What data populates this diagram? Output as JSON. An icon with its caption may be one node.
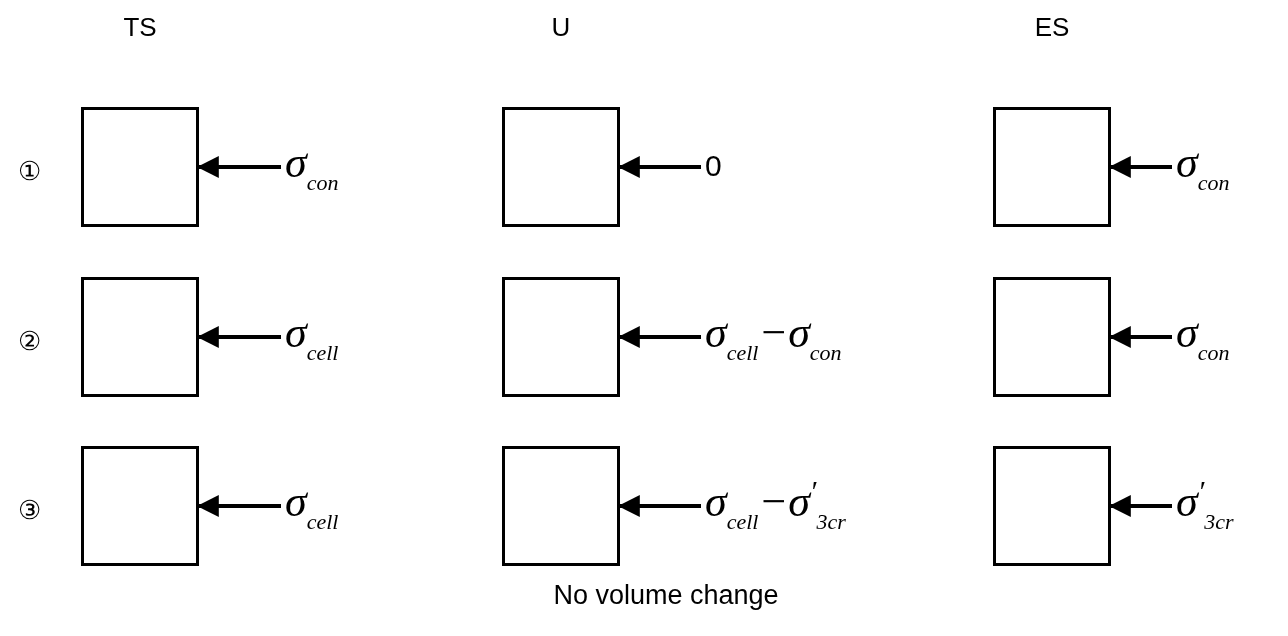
{
  "diagram": {
    "nodes": [
      {
        "text": [],
        "shape": "box"
      },
      {
        "text": [
          "σ$_{con}$"
        ]
      },
      {
        "text": [],
        "shape": "box"
      },
      {
        "text": [
          "0"
        ]
      },
      {
        "text": [],
        "shape": "box"
      },
      {
        "text": [
          "σ$_{con}$"
        ]
      },
      {
        "text": [],
        "shape": "box"
      },
      {
        "text": [
          "σ$_{cell}$"
        ]
      },
      {
        "text": [],
        "shape": "box"
      },
      {
        "text": [
          "σ$_{cell}$−σ$_{con}$"
        ]
      },
      {
        "text": [],
        "shape": "box"
      },
      {
        "text": [
          "σ$_{con}$"
        ]
      },
      {
        "text": [],
        "shape": "box"
      },
      {
        "text": [
          "σ$_{cell}$"
        ]
      },
      {
        "text": [],
        "shape": "box"
      },
      {
        "text": [
          "σ$_{cell}$−σ$^{′}$$_{3cr}$"
        ]
      },
      {
        "text": [],
        "shape": "box"
      },
      {
        "text": [
          "σ$^{′}$$_{3cr}$"
        ]
      }
    ],
    "edges": [
      {
        "from": 1,
        "to": 0,
        "arrow": "to"
      },
      {
        "from": 3,
        "to": 2,
        "arrow": "to"
      },
      {
        "from": 5,
        "to": 4,
        "arrow": "to"
      },
      {
        "from": 7,
        "to": 6,
        "arrow": "to"
      },
      {
        "from": 9,
        "to": 8,
        "arrow": "to"
      },
      {
        "from": 11,
        "to": 10,
        "arrow": "to"
      },
      {
        "from": 13,
        "to": 12,
        "arrow": "to"
      },
      {
        "from": 15,
        "to": 14,
        "arrow": "to"
      },
      {
        "from": 17,
        "to": 16,
        "arrow": "to"
      }
    ],
    "labels": [
      "TS",
      "U",
      "ES",
      "①",
      "②",
      "③",
      "No volume change"
    ]
  }
}
